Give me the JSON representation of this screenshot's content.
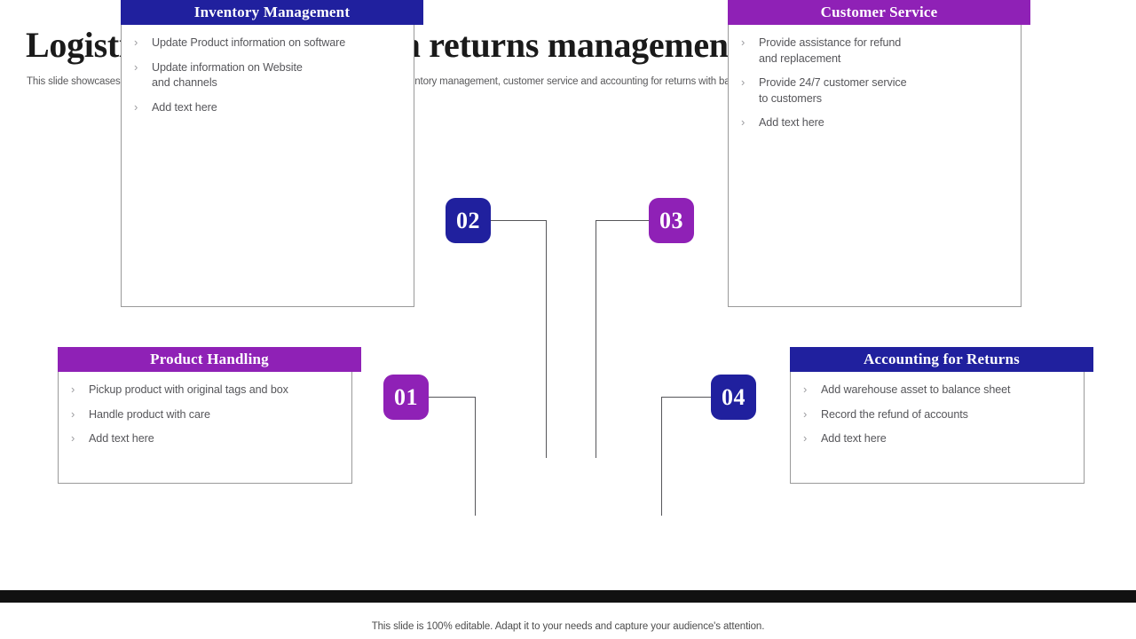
{
  "page": {
    "title": "Logistics and supply chain returns management",
    "subtitle": "This slide showcases the returns management which includes the product handling, inventory management, customer service and accounting for returns with balance sheet.",
    "footer_note": "This slide is 100% editable. Adapt it to your needs and capture your audience's attention."
  },
  "colors": {
    "blue": "#20209e",
    "purple": "#8f21b6",
    "title": "#1a1a1a",
    "body_text": "#56565a",
    "card_border": "#9a9a9a",
    "connector": "#56565a",
    "footer_bar": "#111111"
  },
  "cards": [
    {
      "id": "inventory-management",
      "title": "Inventory Management",
      "accent": "blue",
      "bullet_icon": "chevron-right-icon",
      "bullets": [
        "Update Product information on software",
        "Update information on Website\nand channels",
        "Add text here"
      ]
    },
    {
      "id": "customer-service",
      "title": "Customer Service",
      "accent": "purple",
      "bullet_icon": "chevron-right-icon",
      "bullets": [
        "Provide assistance for refund\nand replacement",
        "Provide 24/7 customer service\nto customers",
        "Add text here"
      ]
    },
    {
      "id": "product-handling",
      "title": "Product Handling",
      "accent": "purple",
      "bullet_icon": "chevron-right-icon",
      "bullets": [
        "Pickup product with original tags and box",
        "Handle product with care",
        "Add text here"
      ]
    },
    {
      "id": "accounting-for-returns",
      "title": "Accounting for Returns",
      "accent": "blue",
      "bullet_icon": "chevron-right-icon",
      "bullets": [
        "Add warehouse asset to balance sheet",
        "Record the refund of accounts",
        "Add text here"
      ]
    }
  ],
  "badges": [
    {
      "id": "step-01",
      "label": "01",
      "accent": "purple"
    },
    {
      "id": "step-02",
      "label": "02",
      "accent": "blue"
    },
    {
      "id": "step-03",
      "label": "03",
      "accent": "purple"
    },
    {
      "id": "step-04",
      "label": "04",
      "accent": "blue"
    }
  ],
  "bullet_glyph": "›"
}
